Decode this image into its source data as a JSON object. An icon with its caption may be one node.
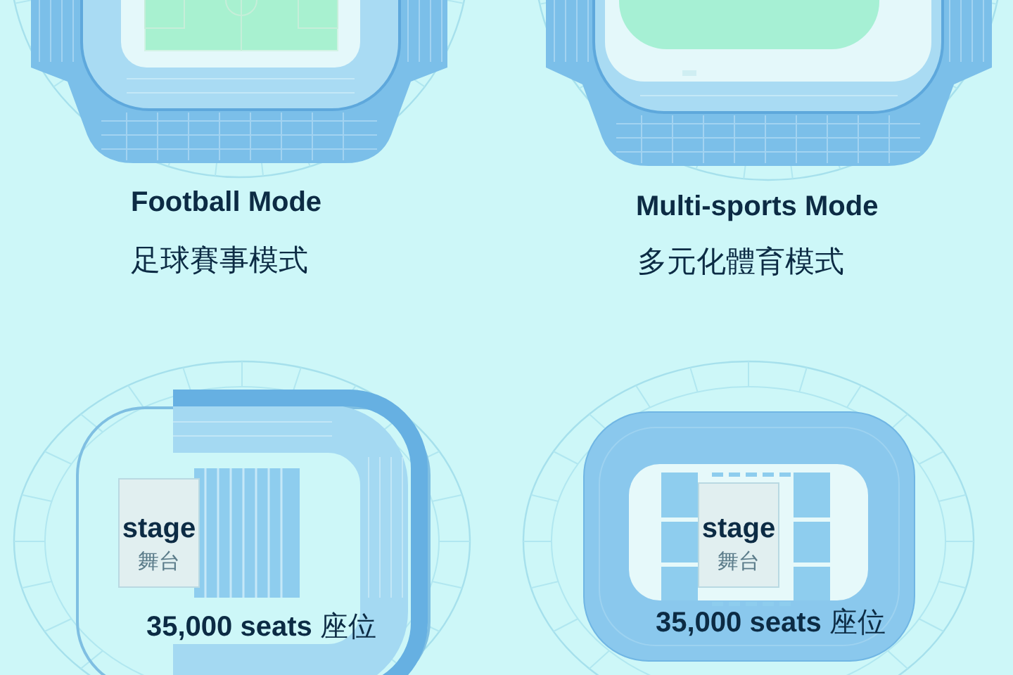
{
  "diagram": {
    "nodes": [
      {
        "text": [
          "stage",
          "舞台"
        ]
      },
      {
        "text": [
          "stage",
          "舞台"
        ]
      }
    ],
    "labels": [
      "Football Mode",
      "足球賽事模式",
      "Multi-sports Mode",
      "多元化體育模式",
      "**35,000 seats** 座位",
      "**35,000 seats** 座位"
    ]
  }
}
